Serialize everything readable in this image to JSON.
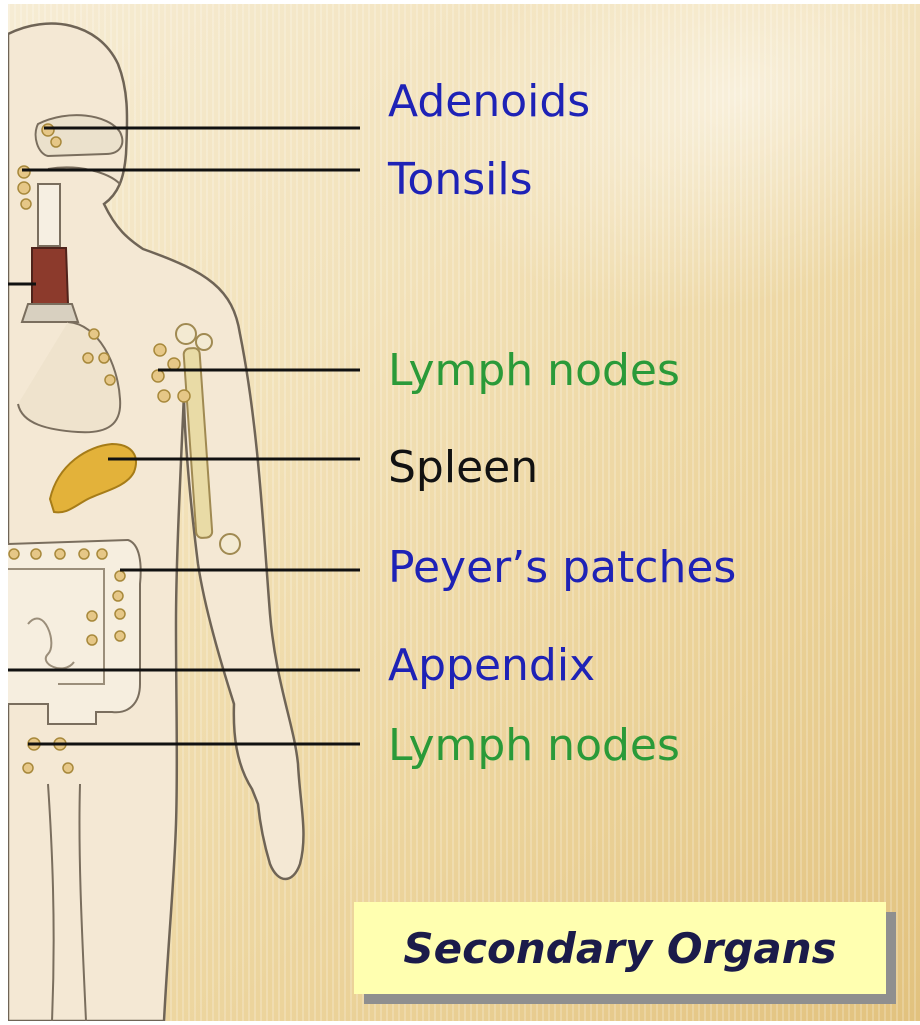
{
  "labels": {
    "adenoids": "Adenoids",
    "tonsils": "Tonsils",
    "lymph_nodes_upper": "Lymph nodes",
    "spleen": "Spleen",
    "peyers_patches": "Peyer’s patches",
    "appendix": "Appendix",
    "lymph_nodes_lower": "Lymph nodes"
  },
  "badge": {
    "text": "Secondary Organs"
  },
  "colors": {
    "organ_label": "#1e22b6",
    "lymph_label": "#2a9a39",
    "spleen_label": "#121212",
    "badge_bg": "#ffffb0",
    "badge_text": "#1b1b4a",
    "body_fill": "#f4e8d4",
    "spleen_fill": "#e3b23a",
    "node_fill": "#e6c787",
    "trachea_fill": "#8c3a2c"
  }
}
